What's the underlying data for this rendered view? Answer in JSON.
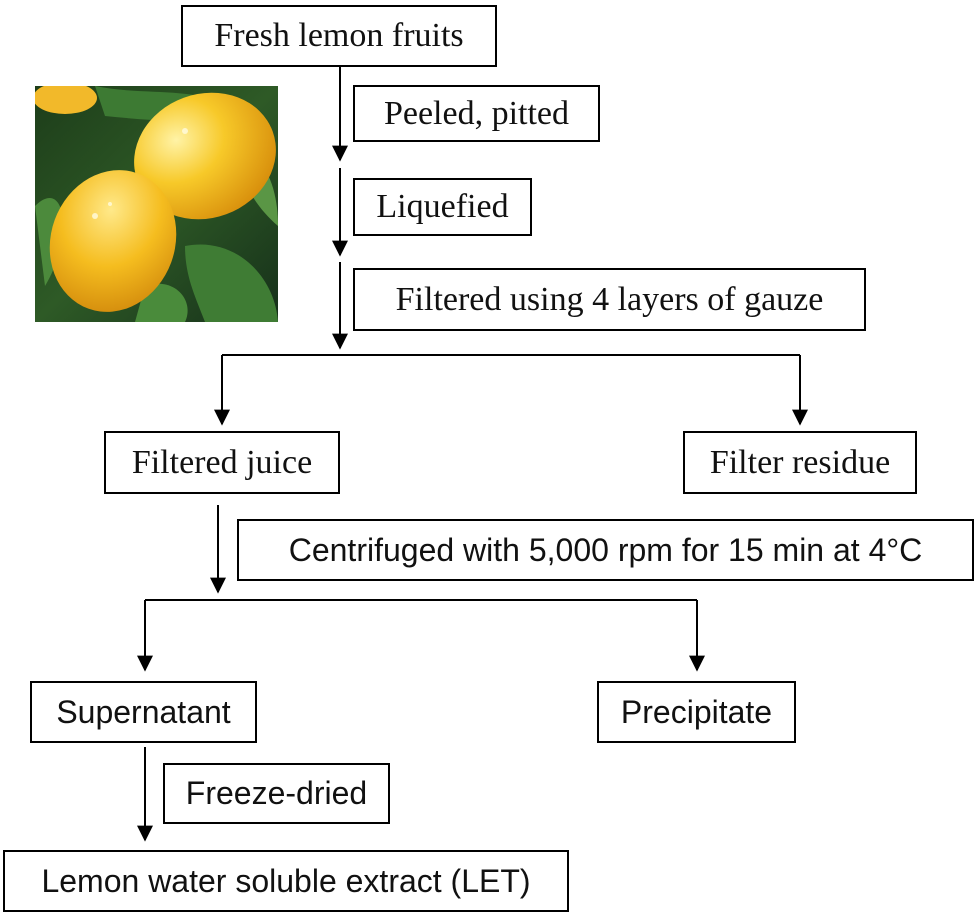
{
  "steps": {
    "start": "Fresh lemon fruits",
    "peeled": "Peeled, pitted",
    "liquefied": "Liquefied",
    "filtered_gauze": "Filtered using 4 layers of gauze",
    "filtered_juice": "Filtered juice",
    "filter_residue": "Filter residue",
    "centrifuged": "Centrifuged with 5,000 rpm for 15 min at 4°C",
    "supernatant": "Supernatant",
    "precipitate": "Precipitate",
    "freeze_dried": "Freeze-dried",
    "final": "Lemon water soluble extract (LET)"
  },
  "colors": {
    "line": "#000000",
    "lemon": "#f2b21b",
    "leaf": "#2f6b2a"
  }
}
